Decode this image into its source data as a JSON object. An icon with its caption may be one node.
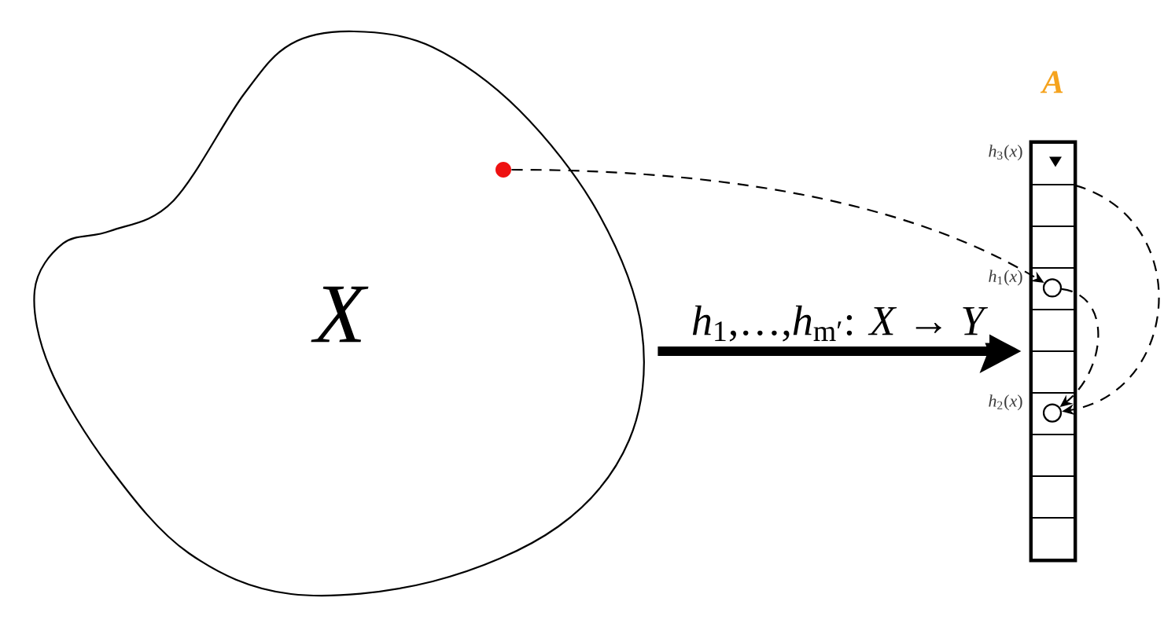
{
  "diagram": {
    "nodes": [
      {
        "text": [
          "X"
        ]
      },
      {
        "text": [],
        "shape": "circle",
        "in": 0
      },
      {
        "text": [
          "A"
        ]
      },
      {
        "text": [],
        "shape": "box",
        "in": 2,
        "beside": [
          "*h*$_{3}$(*x*)"
        ]
      },
      {
        "text": [],
        "shape": "box",
        "in": 2
      },
      {
        "text": [],
        "shape": "box",
        "in": 2
      },
      {
        "text": [],
        "shape": "box",
        "in": 2,
        "beside": [
          "*h*$_{1}$(*x*)"
        ]
      },
      {
        "text": [],
        "shape": "box",
        "in": 2
      },
      {
        "text": [],
        "shape": "box",
        "in": 2
      },
      {
        "text": [],
        "shape": "box",
        "in": 2,
        "beside": [
          "*h*$_{2}$(*x*)"
        ]
      },
      {
        "text": [],
        "shape": "box",
        "in": 2
      },
      {
        "text": [],
        "shape": "box",
        "in": 2
      },
      {
        "text": [],
        "shape": "box",
        "in": 2
      },
      {
        "text": [],
        "shape": "triangle",
        "in": 3
      },
      {
        "text": [],
        "shape": "circle",
        "in": 6
      },
      {
        "text": [],
        "shape": "circle",
        "in": 9
      }
    ],
    "edges": [
      {
        "from": 0,
        "to": 2,
        "arrow": "to",
        "style": "thick",
        "label": "*h*$_{1}$,…,*h*$_{m′}$: *X* → *Y*"
      },
      {
        "from": 1,
        "to": 14,
        "arrow": "to",
        "style": "dashed"
      },
      {
        "from": 14,
        "to": 15,
        "arrow": "to",
        "style": "dashed"
      },
      {
        "from": 3,
        "to": 15,
        "arrow": "to",
        "style": "dashed"
      }
    ]
  }
}
